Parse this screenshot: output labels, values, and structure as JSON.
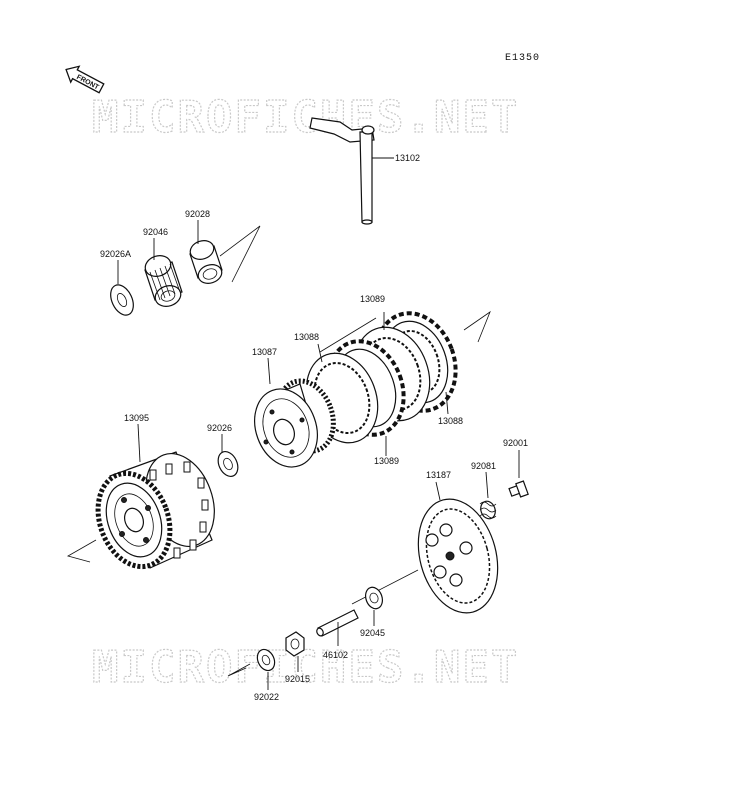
{
  "diagram_code": "E1350",
  "front_label": "FRONT",
  "watermark": "MICROFICHES.NET",
  "parts": {
    "p13102": "13102",
    "p92028": "92028",
    "p92046": "92046",
    "p92026A": "92026A",
    "p13089_top": "13089",
    "p13088_left": "13088",
    "p13087": "13087",
    "p13088_right": "13088",
    "p13089_bottom": "13089",
    "p13095": "13095",
    "p92026": "92026",
    "p92001": "92001",
    "p92081": "92081",
    "p13187": "13187",
    "p92045": "92045",
    "p46102": "46102",
    "p92015": "92015",
    "p92022": "92022"
  }
}
